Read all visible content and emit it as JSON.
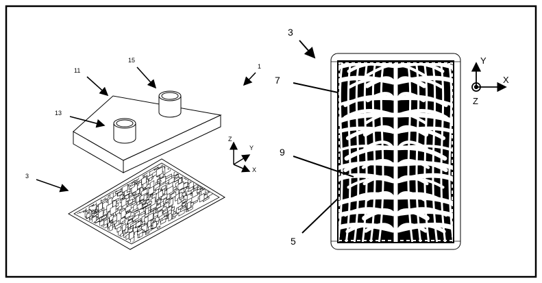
{
  "figure": {
    "left_view": {
      "labels": {
        "assembly": "1",
        "plate": "11",
        "boss_front": "13",
        "boss_back": "15",
        "tray": "3"
      },
      "axes": {
        "z": "Z",
        "y": "Y",
        "x": "X"
      }
    },
    "right_view": {
      "labels": {
        "tray": "3",
        "frame": "7",
        "lattice": "9",
        "channel": "5"
      },
      "axes": {
        "y": "Y",
        "x": "X",
        "z": "Z"
      }
    }
  }
}
